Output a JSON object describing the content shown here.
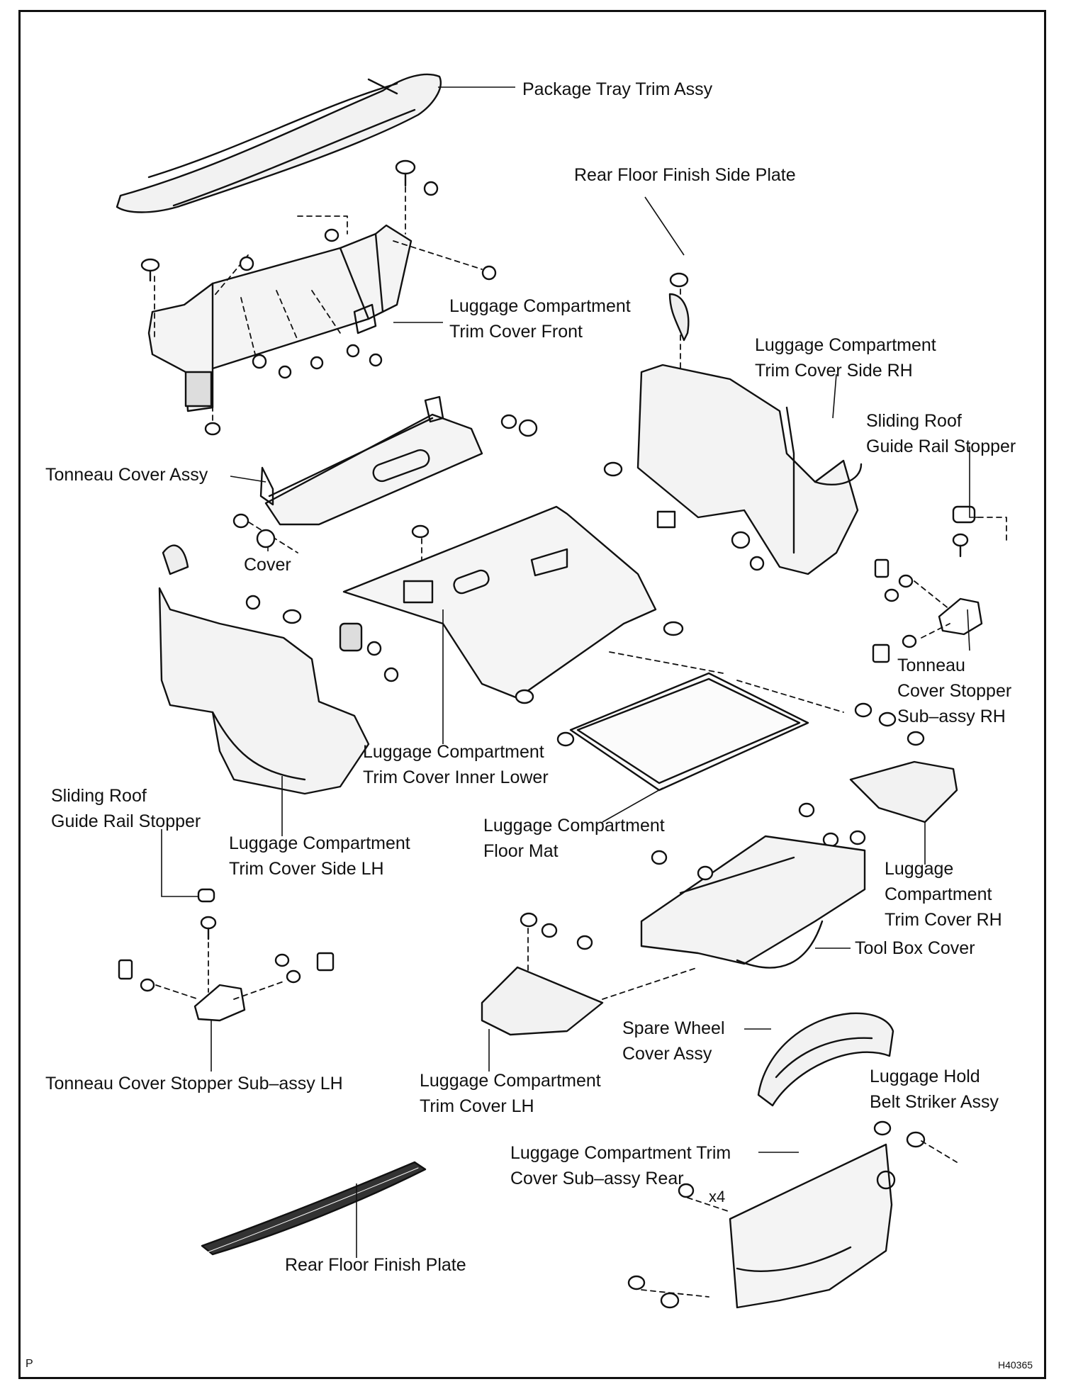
{
  "labels": {
    "package_tray": "Package Tray Trim Assy",
    "rear_floor_side_plate": "Rear Floor Finish Side Plate",
    "trim_front_1": "Luggage Compartment",
    "trim_front_2": "Trim Cover Front",
    "side_rh_1": "Luggage Compartment",
    "side_rh_2": "Trim Cover Side RH",
    "rail_rh_1": "Sliding Roof",
    "rail_rh_2": "Guide Rail Stopper",
    "tonneau_assy": "Tonneau Cover Assy",
    "cover": "Cover",
    "stopper_rh_1": "Tonneau",
    "stopper_rh_2": "Cover Stopper",
    "stopper_rh_3": "Sub–assy RH",
    "inner_lower_1": "Luggage Compartment",
    "inner_lower_2": "Trim Cover Inner Lower",
    "rail_lh_1": "Sliding Roof",
    "rail_lh_2": "Guide Rail Stopper",
    "side_lh_1": "Luggage Compartment",
    "side_lh_2": "Trim Cover Side LH",
    "floor_mat_1": "Luggage Compartment",
    "floor_mat_2": "Floor Mat",
    "trim_rh_1": "Luggage",
    "trim_rh_2": "Compartment",
    "trim_rh_3": "Trim Cover RH",
    "tool_box": "Tool Box Cover",
    "stopper_lh": "Tonneau Cover Stopper Sub–assy LH",
    "trim_lh_1": "Luggage Compartment",
    "trim_lh_2": "Trim Cover LH",
    "spare_wheel_1": "Spare Wheel",
    "spare_wheel_2": "Cover Assy",
    "hold_belt_1": "Luggage Hold",
    "hold_belt_2": "Belt Striker Assy",
    "rear_sub_1": "Luggage Compartment Trim",
    "rear_sub_2": "Cover Sub–assy Rear",
    "x4": "x4",
    "rear_floor_plate": "Rear Floor Finish Plate"
  },
  "corner_left": "P",
  "corner_right": "H40365"
}
